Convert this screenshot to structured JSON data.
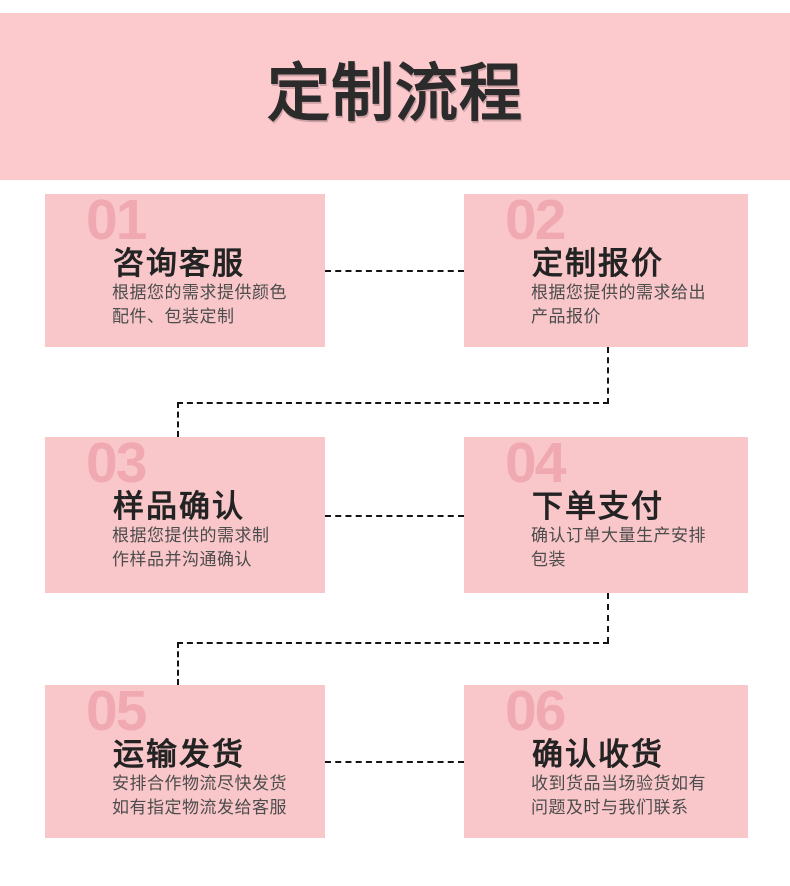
{
  "header": {
    "title": "定制流程"
  },
  "steps": [
    {
      "number": "01",
      "title": "咨询客服",
      "desc": "根据您的需求提供颜色\n配件、包装定制"
    },
    {
      "number": "02",
      "title": "定制报价",
      "desc": "根据您提供的需求给出\n产品报价"
    },
    {
      "number": "03",
      "title": "样品确认",
      "desc": "根据您提供的需求制\n作样品并沟通确认"
    },
    {
      "number": "04",
      "title": "下单支付",
      "desc": "确认订单大量生产安排\n包装"
    },
    {
      "number": "05",
      "title": "运输发货",
      "desc": "安排合作物流尽快发货\n如有指定物流发给客服"
    },
    {
      "number": "06",
      "title": "确认收货",
      "desc": "收到货品当场验货如有\n问题及时与我们联系"
    }
  ],
  "colors": {
    "page_bg": "#ffffff",
    "header_bg": "#fcc9cd",
    "header_title": "#2b2b2b",
    "card_bg": "#f9c7ca",
    "step_number": "#f0a9b1",
    "step_title": "#232323",
    "step_desc": "#4c4c4c",
    "connector": "#141414"
  }
}
